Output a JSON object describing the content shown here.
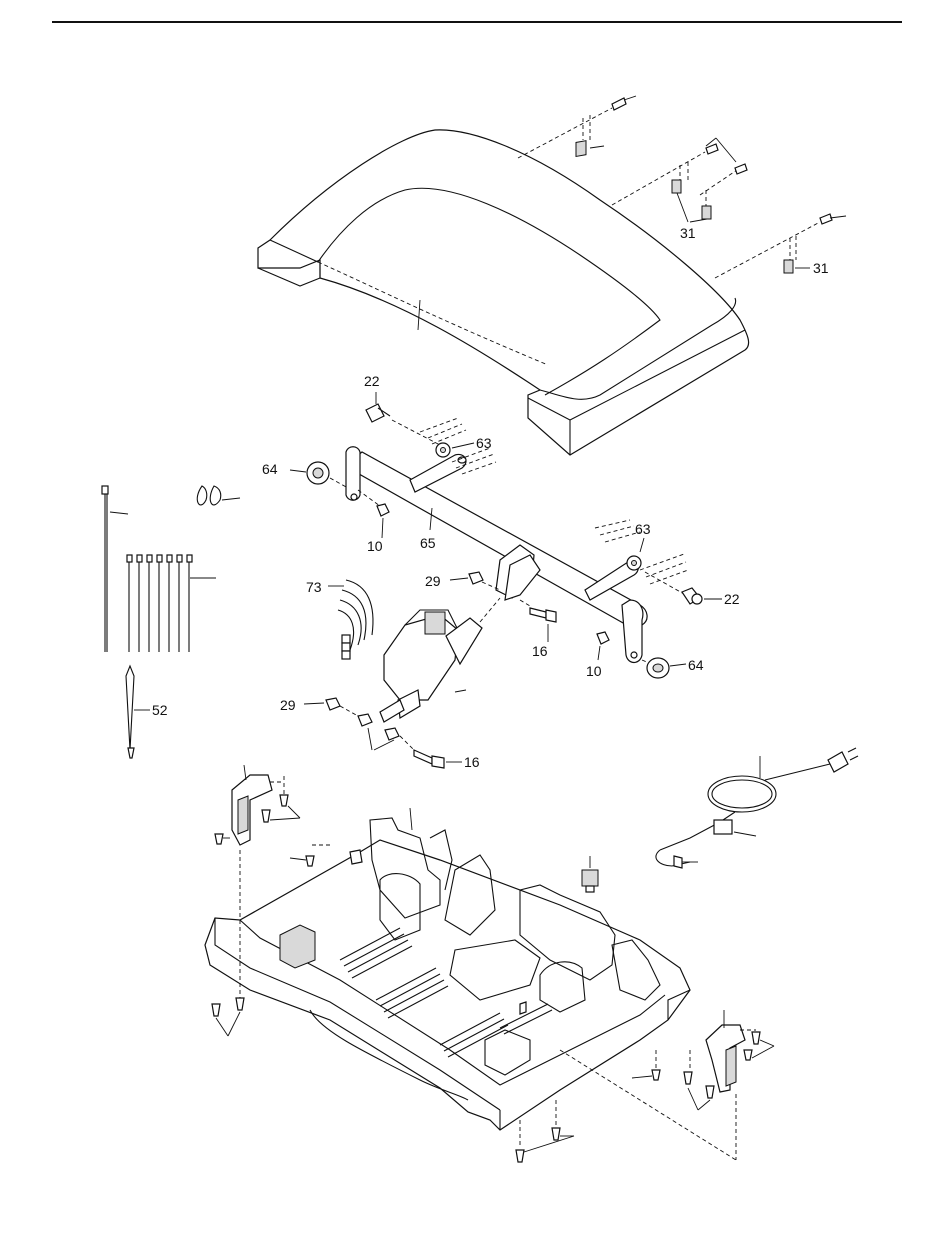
{
  "callouts": [
    {
      "id": "c31a",
      "text": "31"
    },
    {
      "id": "c31b",
      "text": "31"
    },
    {
      "id": "c22a",
      "text": "22"
    },
    {
      "id": "c63a",
      "text": "63"
    },
    {
      "id": "c64a",
      "text": "64"
    },
    {
      "id": "c10a",
      "text": "10"
    },
    {
      "id": "c65",
      "text": "65"
    },
    {
      "id": "c63b",
      "text": "63"
    },
    {
      "id": "c22b",
      "text": "22"
    },
    {
      "id": "c73",
      "text": "73"
    },
    {
      "id": "c29a",
      "text": "29"
    },
    {
      "id": "c16a",
      "text": "16"
    },
    {
      "id": "c10b",
      "text": "10"
    },
    {
      "id": "c64b",
      "text": "64"
    },
    {
      "id": "c52",
      "text": "52"
    },
    {
      "id": "c29b",
      "text": "29"
    },
    {
      "id": "c16b",
      "text": "16"
    }
  ]
}
